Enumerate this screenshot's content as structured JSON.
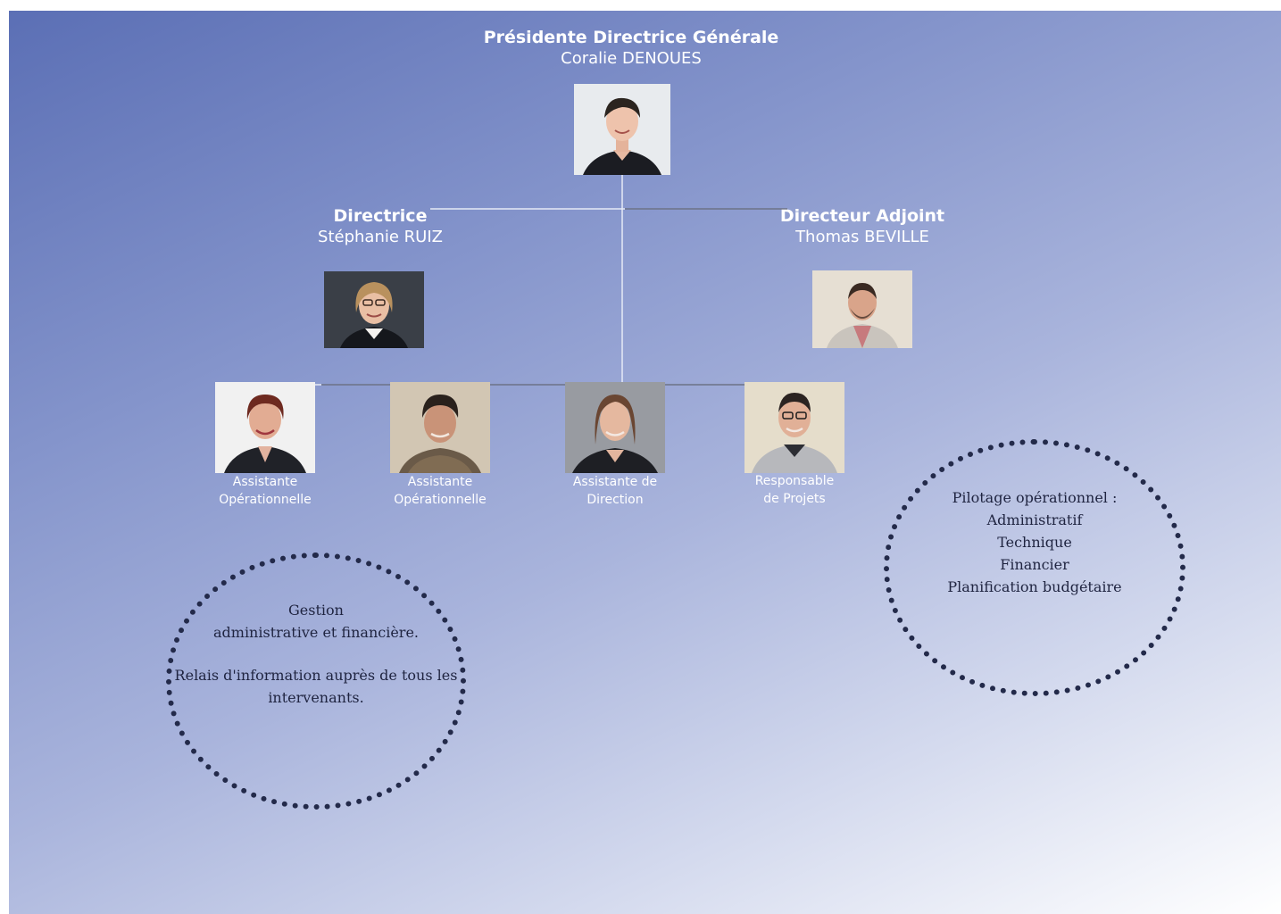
{
  "ceo": {
    "title": "Présidente Directrice Générale",
    "name": "Coralie DENOUES"
  },
  "directrice": {
    "title": "Directrice",
    "name": "Stéphanie RUIZ"
  },
  "directeur_adjoint": {
    "title": "Directeur Adjoint",
    "name": "Thomas BEVILLE"
  },
  "staff": [
    {
      "line1": "Assistante",
      "line2": "Opérationnelle"
    },
    {
      "line1": "Assistante",
      "line2": "Opérationnelle"
    },
    {
      "line1": "Assistante de",
      "line2": "Direction"
    },
    {
      "line1": "Responsable",
      "line2": "de Projets"
    }
  ],
  "bubble_left": {
    "lines": [
      "Gestion",
      "administrative et financière.",
      "",
      "Relais d'information auprès de tous les",
      "intervenants."
    ]
  },
  "bubble_right": {
    "lines": [
      "Pilotage opérationnel :",
      "Administratif",
      "Technique",
      "Financier",
      "Planification budgétaire"
    ]
  }
}
